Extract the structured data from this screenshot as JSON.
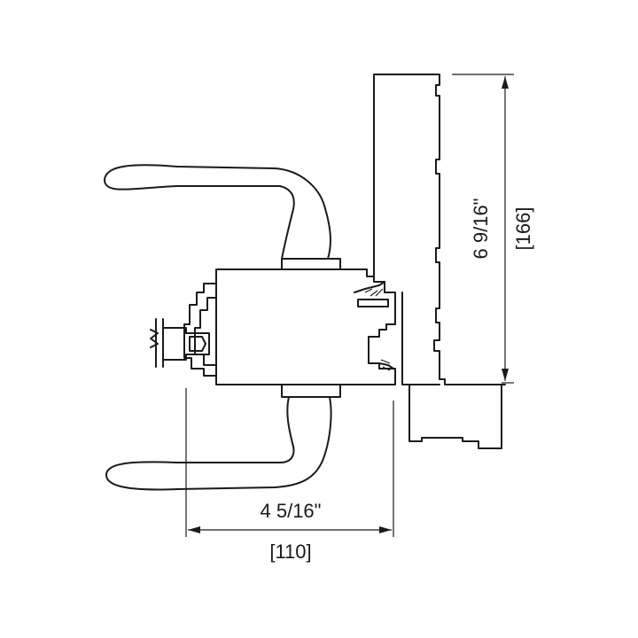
{
  "dimensions": {
    "width_imperial": "4 5/16\"",
    "width_metric": "[110]",
    "height_imperial": "6 9/16\"",
    "height_metric": "[166]"
  },
  "colors": {
    "line": "#1a1a1a",
    "background": "#ffffff"
  }
}
